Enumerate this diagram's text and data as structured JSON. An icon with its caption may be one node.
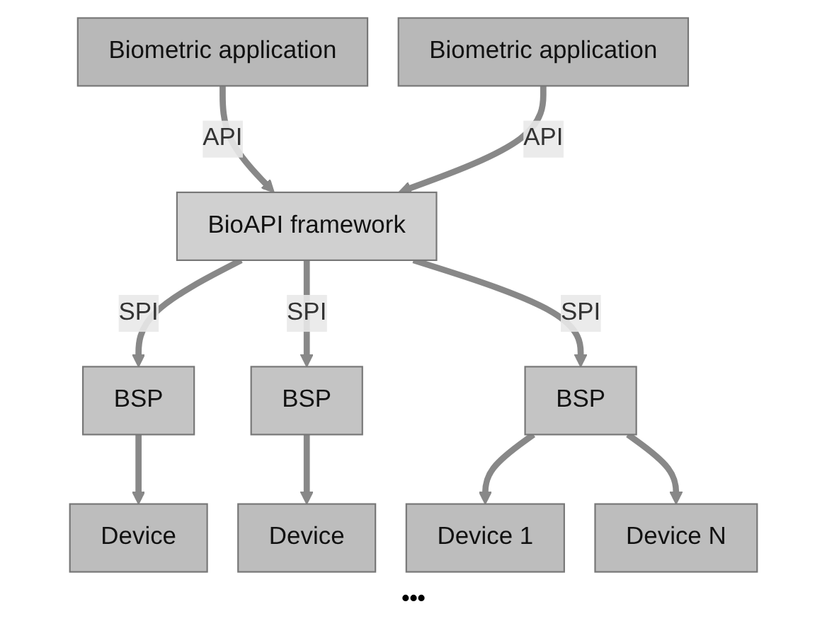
{
  "diagram": {
    "nodes": [
      {
        "text": [
          "Biometric application"
        ]
      },
      {
        "text": [
          "Biometric application"
        ]
      },
      {
        "text": [
          "BioAPI framework"
        ]
      },
      {
        "text": [
          "BSP"
        ]
      },
      {
        "text": [
          "BSP"
        ]
      },
      {
        "text": [
          "BSP"
        ]
      },
      {
        "text": [
          "Device"
        ]
      },
      {
        "text": [
          "Device"
        ]
      },
      {
        "text": [
          "Device 1"
        ]
      },
      {
        "text": [
          "Device N"
        ]
      }
    ],
    "edges": [
      {
        "from": 0,
        "to": 2,
        "arrow": "to",
        "label": "API"
      },
      {
        "from": 1,
        "to": 2,
        "arrow": "to",
        "label": "API"
      },
      {
        "from": 2,
        "to": 3,
        "arrow": "to",
        "label": "SPI"
      },
      {
        "from": 2,
        "to": 4,
        "arrow": "to",
        "label": "SPI"
      },
      {
        "from": 2,
        "to": 5,
        "arrow": "to",
        "label": "SPI"
      },
      {
        "from": 3,
        "to": 6,
        "arrow": "to"
      },
      {
        "from": 4,
        "to": 7,
        "arrow": "to"
      },
      {
        "from": 5,
        "to": 8,
        "arrow": "to"
      },
      {
        "from": 5,
        "to": 9,
        "arrow": "to"
      }
    ],
    "labels": [
      "•••"
    ]
  }
}
